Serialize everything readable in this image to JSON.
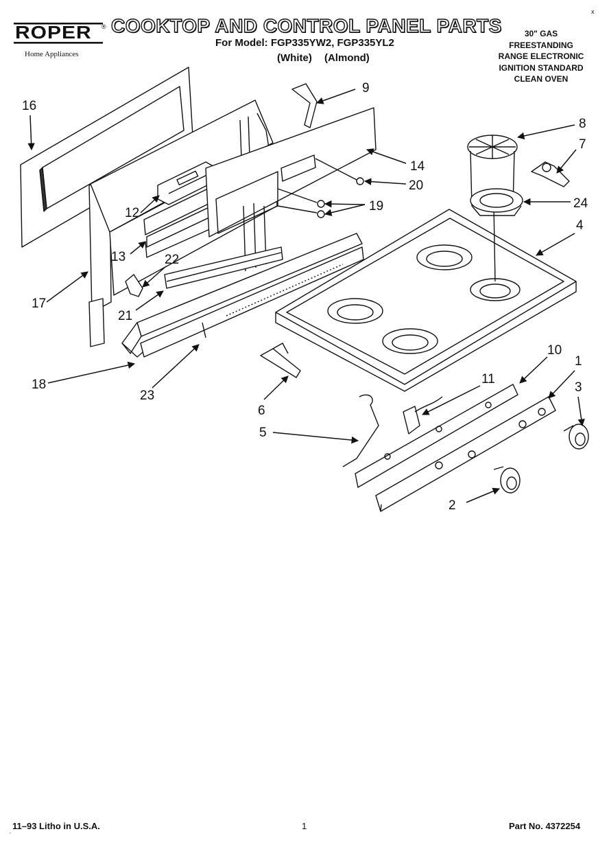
{
  "header": {
    "brand": "ROPER",
    "brand_sub": "Home Appliances",
    "trademark": "®",
    "title": "COOKTOP AND CONTROL PANEL PARTS",
    "models_line": "For Model: FGP335YW2, FGP335YL2",
    "colors_line": "(White) (Almond)",
    "spec_lines": [
      "30\" GAS",
      "FREESTANDING",
      "RANGE ELECTRONIC",
      "IGNITION STANDARD",
      "CLEAN OVEN"
    ],
    "corner_mark": "x"
  },
  "callouts": [
    {
      "id": "c16",
      "label": "16"
    },
    {
      "id": "c9",
      "label": "9"
    },
    {
      "id": "c8",
      "label": "8"
    },
    {
      "id": "c7",
      "label": "7"
    },
    {
      "id": "c14",
      "label": "14"
    },
    {
      "id": "c20",
      "label": "20"
    },
    {
      "id": "c12",
      "label": "12"
    },
    {
      "id": "c19",
      "label": "19"
    },
    {
      "id": "c24",
      "label": "24"
    },
    {
      "id": "c4",
      "label": "4"
    },
    {
      "id": "c13",
      "label": "13"
    },
    {
      "id": "c22",
      "label": "22"
    },
    {
      "id": "c17",
      "label": "17"
    },
    {
      "id": "c21",
      "label": "21"
    },
    {
      "id": "c10",
      "label": "10"
    },
    {
      "id": "c1",
      "label": "1"
    },
    {
      "id": "c11",
      "label": "11"
    },
    {
      "id": "c3",
      "label": "3"
    },
    {
      "id": "c18",
      "label": "18"
    },
    {
      "id": "c23",
      "label": "23"
    },
    {
      "id": "c6",
      "label": "6"
    },
    {
      "id": "c5",
      "label": "5"
    },
    {
      "id": "c2",
      "label": "2"
    }
  ],
  "footer": {
    "date_litho": "11–93 Litho in U.S.A.",
    "page": "1",
    "part_no": "Part No. 4372254",
    "tick": "’"
  }
}
